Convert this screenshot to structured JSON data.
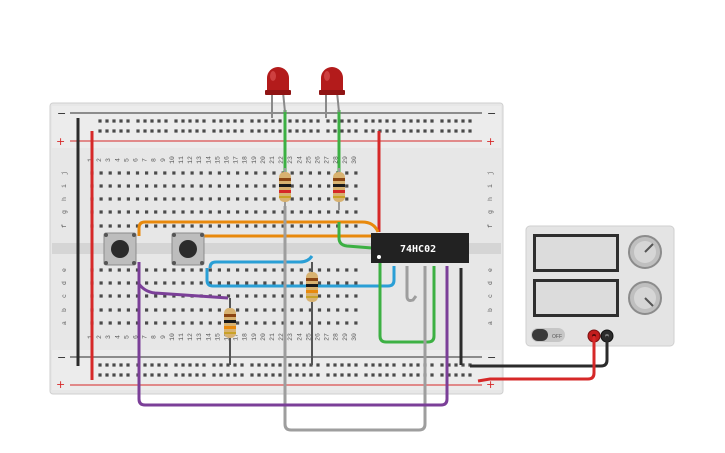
{
  "breadboard": {
    "columns": [
      "1",
      "2",
      "3",
      "4",
      "5",
      "6",
      "7",
      "8",
      "9",
      "10",
      "11",
      "12",
      "13",
      "14",
      "15",
      "16",
      "17",
      "18",
      "19",
      "20",
      "21",
      "22",
      "23",
      "24",
      "25",
      "26",
      "27",
      "28",
      "29",
      "30"
    ],
    "rows_top": [
      "j",
      "i",
      "h",
      "g",
      "f"
    ],
    "rows_bottom": [
      "e",
      "d",
      "c",
      "b",
      "a"
    ],
    "rail_minus": "−",
    "rail_plus": "+"
  },
  "chip": {
    "label": "74HC02"
  },
  "power_supply": {
    "off_label": "OFF"
  },
  "colors": {
    "board": "#e6e6e6",
    "rail_red": "#d62828",
    "rail_black": "#2b2b2b",
    "wire_orange": "#e8890c",
    "wire_blue": "#2a9fd6",
    "wire_green": "#3cb043",
    "wire_purple": "#7b3f98",
    "wire_gray": "#9e9e9e",
    "led_red": "#b31b1b",
    "chip": "#222222"
  }
}
